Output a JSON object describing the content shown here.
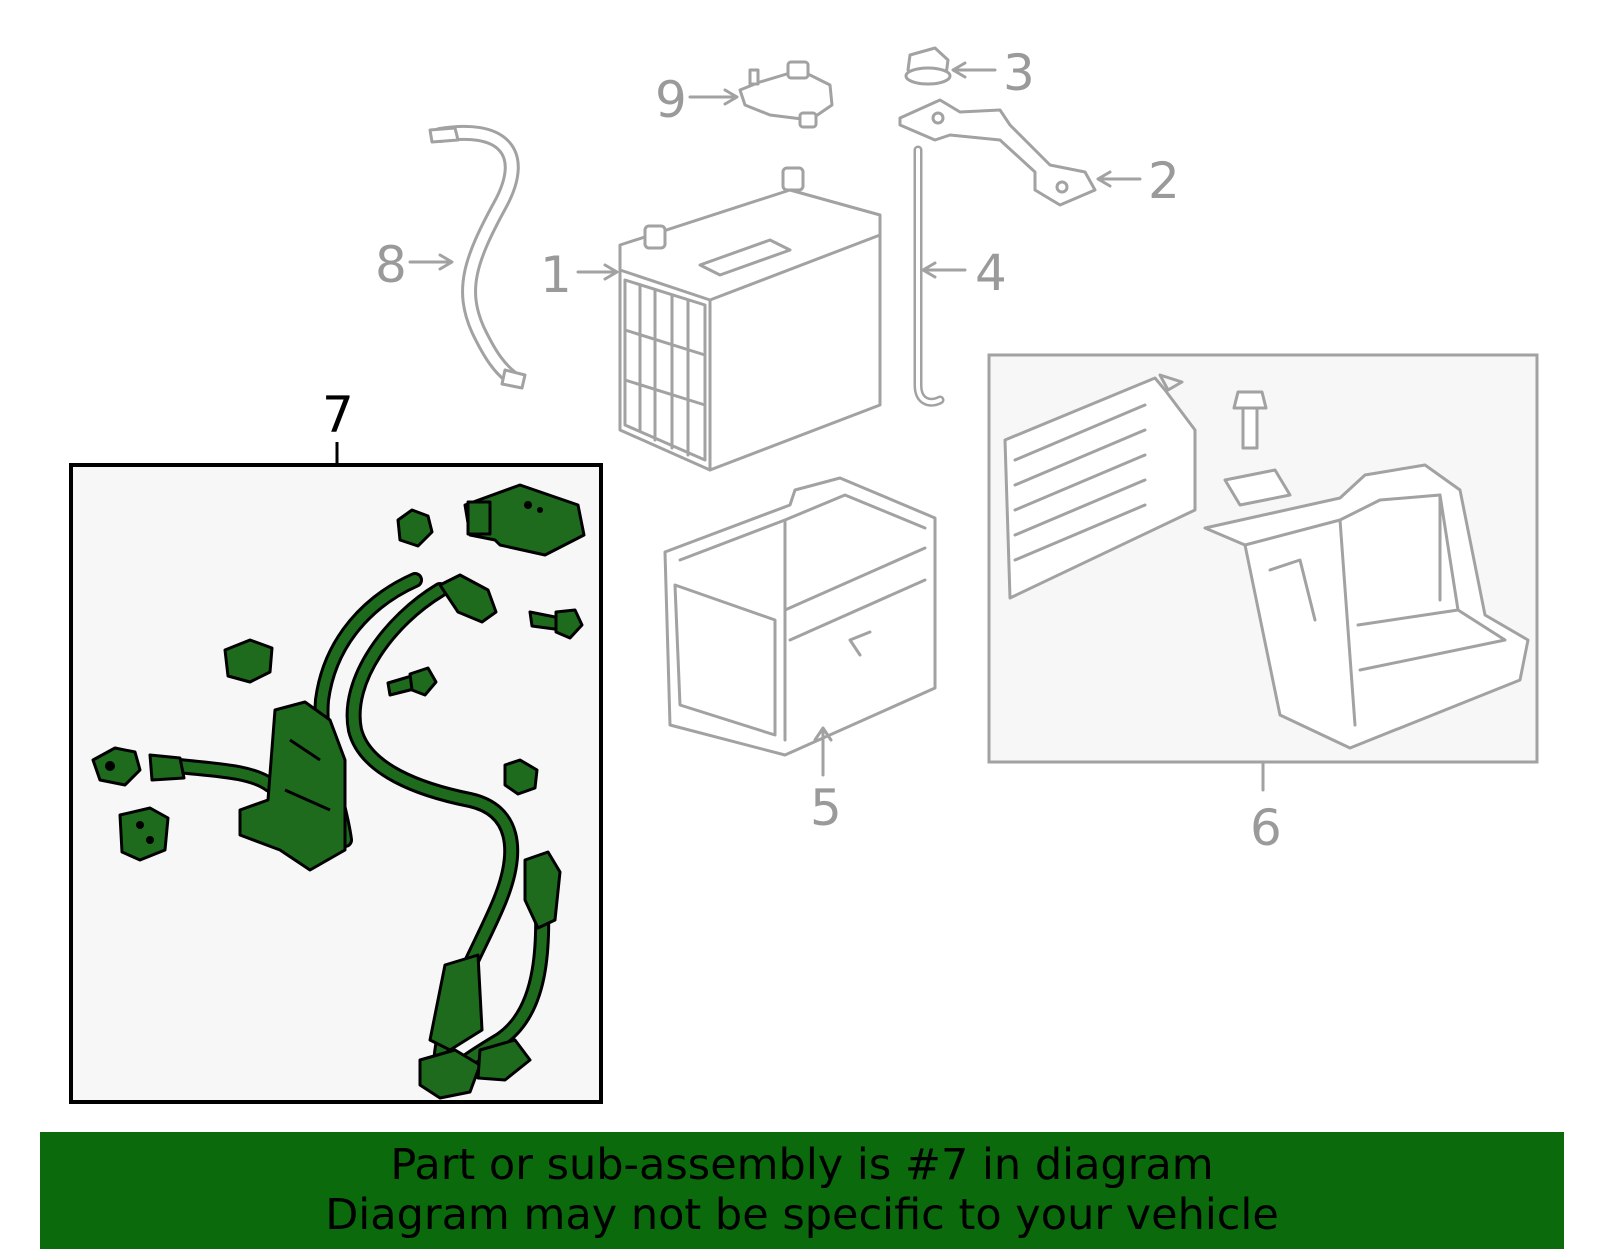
{
  "callouts": {
    "c1": "1",
    "c2": "2",
    "c3": "3",
    "c4": "4",
    "c5": "5",
    "c6": "6",
    "c7": "7",
    "c8": "8",
    "c9": "9"
  },
  "highlighted_part": "7",
  "colors": {
    "highlight_green": "#1e6b1e",
    "banner_green": "#0b6a0b",
    "outline_gray": "#a2a2a2",
    "panel_bg": "#f7f7f7"
  },
  "banner": {
    "line1": "Part or sub-assembly is #7 in diagram",
    "line2": "Diagram may not be specific to your vehicle"
  }
}
